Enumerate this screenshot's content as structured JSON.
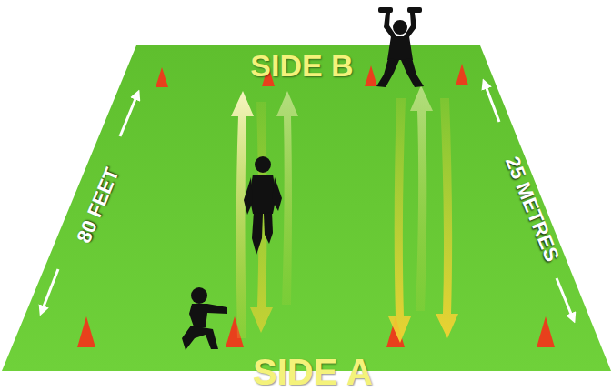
{
  "diagram": {
    "labels": [
      "SIDE B",
      "SIDE A",
      "80 FEET",
      "25 METRES"
    ]
  }
}
